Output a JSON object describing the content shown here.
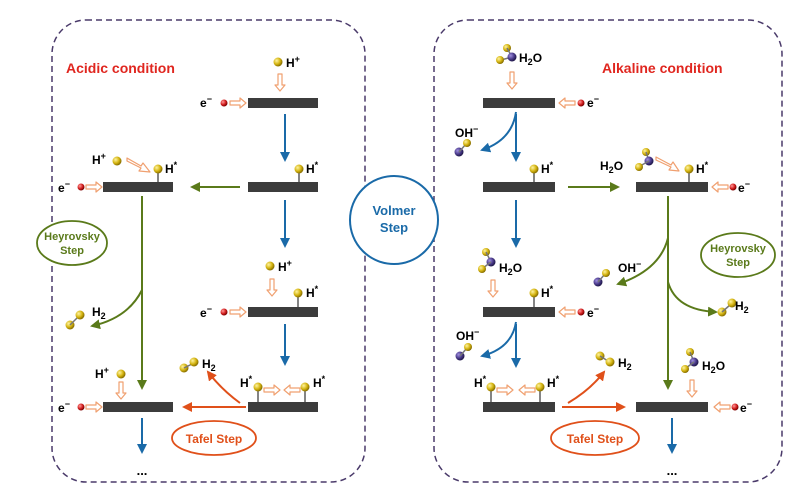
{
  "panels": {
    "acidic": {
      "title": "Acidic condition"
    },
    "alkaline": {
      "title": "Alkaline condition"
    }
  },
  "steps": {
    "volmer_line1": "Volmer",
    "volmer_line2": "Step",
    "heyrovsky_line1": "Heyrovsky",
    "heyrovsky_line2": "Step",
    "tafel": "Tafel Step"
  },
  "species": {
    "electron": "e",
    "minus": "−",
    "proton": "H",
    "plus": "+",
    "adsorbed_h": "H",
    "adsorbed_mark": "*",
    "hydrogen_gas": "H",
    "two": "2",
    "water": "H",
    "water_o": "O",
    "hydroxide": "OH",
    "ellipsis": "..."
  },
  "colors": {
    "panel_border": "#4a3a6a",
    "title_red": "#e0261f",
    "volmer_blue": "#1a6aa8",
    "heyrovsky_green": "#5a7a1a",
    "tafel_orange": "#e0501a",
    "electrode": "#3c3c3c",
    "open_arrow": "#f0a070",
    "electron_dot": "#d42020",
    "hydrogen_atom": "#d4b410",
    "oxygen_atom": "#4a3a8a"
  }
}
